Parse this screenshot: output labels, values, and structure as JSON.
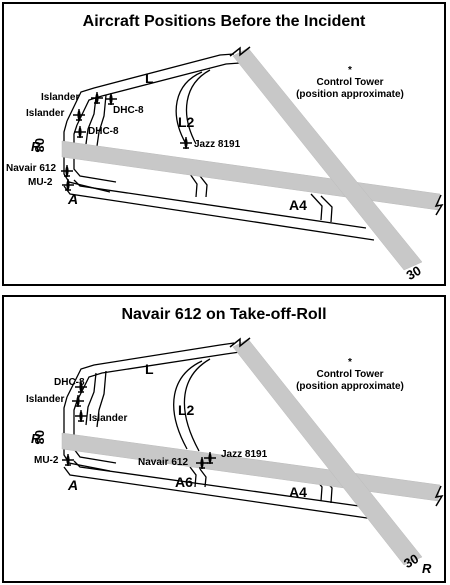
{
  "top": {
    "title": "Aircraft Positions Before the Incident",
    "tower_marker": "*",
    "tower_line1": "Control Tower",
    "tower_line2": "(position approximate)",
    "labels": {
      "twy_L": "L",
      "twy_L2": "L2",
      "twy_A": "A",
      "twy_A4": "A4",
      "rwy_08": "08",
      "rwy_R": "R",
      "rwy_30": "30"
    },
    "aircraft": {
      "islander_1": "Islander",
      "islander_2": "Islander",
      "dhc8_1": "DHC-8",
      "dhc8_2": "DHC-8",
      "jazz": "Jazz 8191",
      "navair": "Navair 612",
      "mu2": "MU-2"
    }
  },
  "bottom": {
    "title": "Navair 612 on Take-off-Roll",
    "tower_marker": "*",
    "tower_line1": "Control Tower",
    "tower_line2": "(position approximate)",
    "labels": {
      "twy_L": "L",
      "twy_L2": "L2",
      "twy_A": "A",
      "twy_A6": "A6",
      "twy_A4": "A4",
      "rwy_08": "08",
      "rwy_R": "R",
      "rwy_30": "30",
      "rwy_30R": "R"
    },
    "aircraft": {
      "dhc8": "DHC-8",
      "islander_1": "Islander",
      "islander_2": "Islander",
      "jazz": "Jazz 8191",
      "navair": "Navair 612",
      "mu2": "MU-2"
    }
  }
}
